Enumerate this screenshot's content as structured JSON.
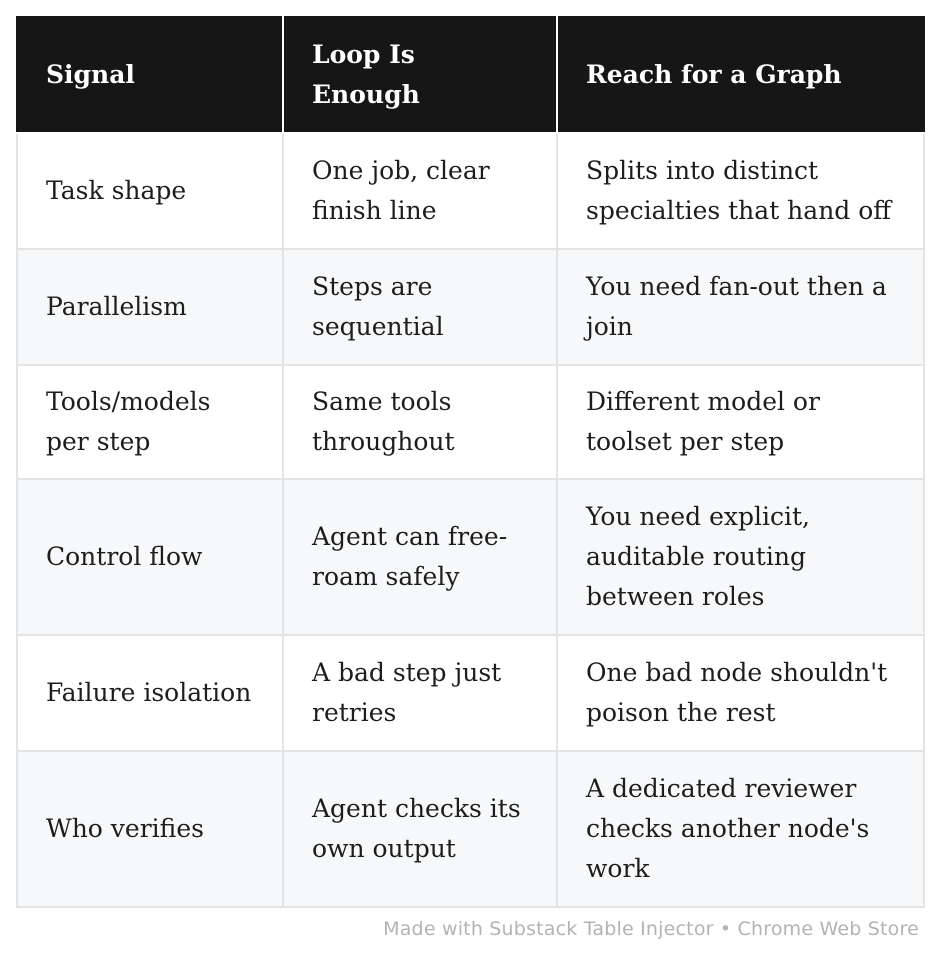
{
  "table": {
    "headers": [
      "Signal",
      "Loop Is Enough",
      "Reach for a Graph"
    ],
    "rows": [
      [
        "Task shape",
        "One job, clear finish line",
        "Splits into distinct specialties that hand off"
      ],
      [
        "Parallelism",
        "Steps are sequential",
        "You need fan-out then a join"
      ],
      [
        "Tools/models per step",
        "Same tools throughout",
        "Different model or toolset per step"
      ],
      [
        "Control flow",
        "Agent can free-roam safely",
        "You need explicit, auditable routing between roles"
      ],
      [
        "Failure isolation",
        "A bad step just retries",
        "One bad node shouldn't poison the rest"
      ],
      [
        "Who verifies",
        "Agent checks its own output",
        "A dedicated reviewer checks another node's work"
      ]
    ]
  },
  "footer": {
    "text": "Made with Substack Table Injector • Chrome Web Store"
  },
  "colors": {
    "header_bg": "#161616",
    "header_text": "#ffffff",
    "row_alt_bg": "#f7f8fa",
    "border": "#e4e4e4",
    "footer_text": "#b3b3b3"
  }
}
